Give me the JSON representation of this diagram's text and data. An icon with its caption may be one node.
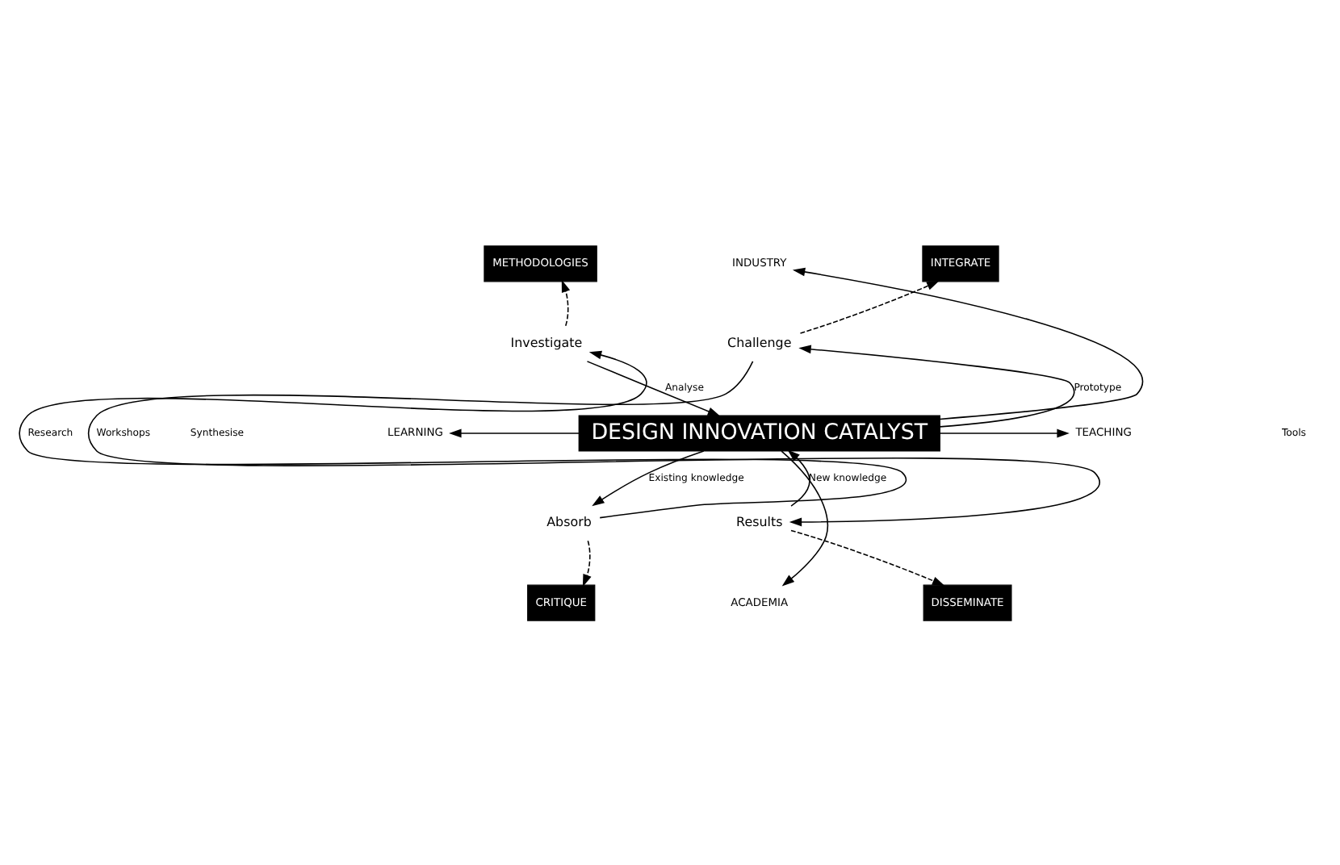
{
  "diagram": {
    "nodes": [
      {
        "text": [
          "DESIGN INNOVATION CATALYST"
        ]
      },
      {
        "text": [
          "Investigate"
        ]
      },
      {
        "text": [
          "Challenge"
        ]
      },
      {
        "text": [
          "Absorb"
        ]
      },
      {
        "text": [
          "Results"
        ]
      },
      {
        "text": [
          "METHODOLOGIES"
        ]
      },
      {
        "text": [
          "INTEGRATE"
        ]
      },
      {
        "text": [
          "CRITIQUE"
        ]
      },
      {
        "text": [
          "DISSEMINATE"
        ]
      },
      {
        "text": [
          "INDUSTRY"
        ]
      },
      {
        "text": [
          "LEARNING"
        ]
      },
      {
        "text": [
          "TEACHING"
        ]
      },
      {
        "text": [
          "ACADEMIA"
        ]
      }
    ],
    "edges": [
      {
        "from": 0,
        "to": 9,
        "arrow": "to"
      },
      {
        "from": 0,
        "to": 10,
        "arrow": "to"
      },
      {
        "from": 0,
        "to": 11,
        "arrow": "to"
      },
      {
        "from": 0,
        "to": 12,
        "arrow": "to"
      },
      {
        "from": 1,
        "to": 0,
        "arrow": "to",
        "label": "Analyse"
      },
      {
        "from": 0,
        "to": 2,
        "arrow": "to",
        "label": "Prototype"
      },
      {
        "from": 2,
        "to": 4,
        "arrow": "to",
        "label": "Workshops"
      },
      {
        "from": 4,
        "to": 0,
        "arrow": "to",
        "label": "New knowledge"
      },
      {
        "from": 0,
        "to": 3,
        "arrow": "to",
        "label": "Existing knowledge"
      },
      {
        "from": 3,
        "to": 1,
        "arrow": "to",
        "label": "Research"
      },
      {
        "from": 1,
        "to": 5,
        "arrow": "to",
        "style": "dashed"
      },
      {
        "from": 2,
        "to": 6,
        "arrow": "to",
        "style": "dashed"
      },
      {
        "from": 3,
        "to": 7,
        "arrow": "to",
        "style": "dashed"
      },
      {
        "from": 4,
        "to": 8,
        "arrow": "to",
        "style": "dashed"
      }
    ],
    "labels": [
      "Synthesise",
      "Tools"
    ]
  }
}
